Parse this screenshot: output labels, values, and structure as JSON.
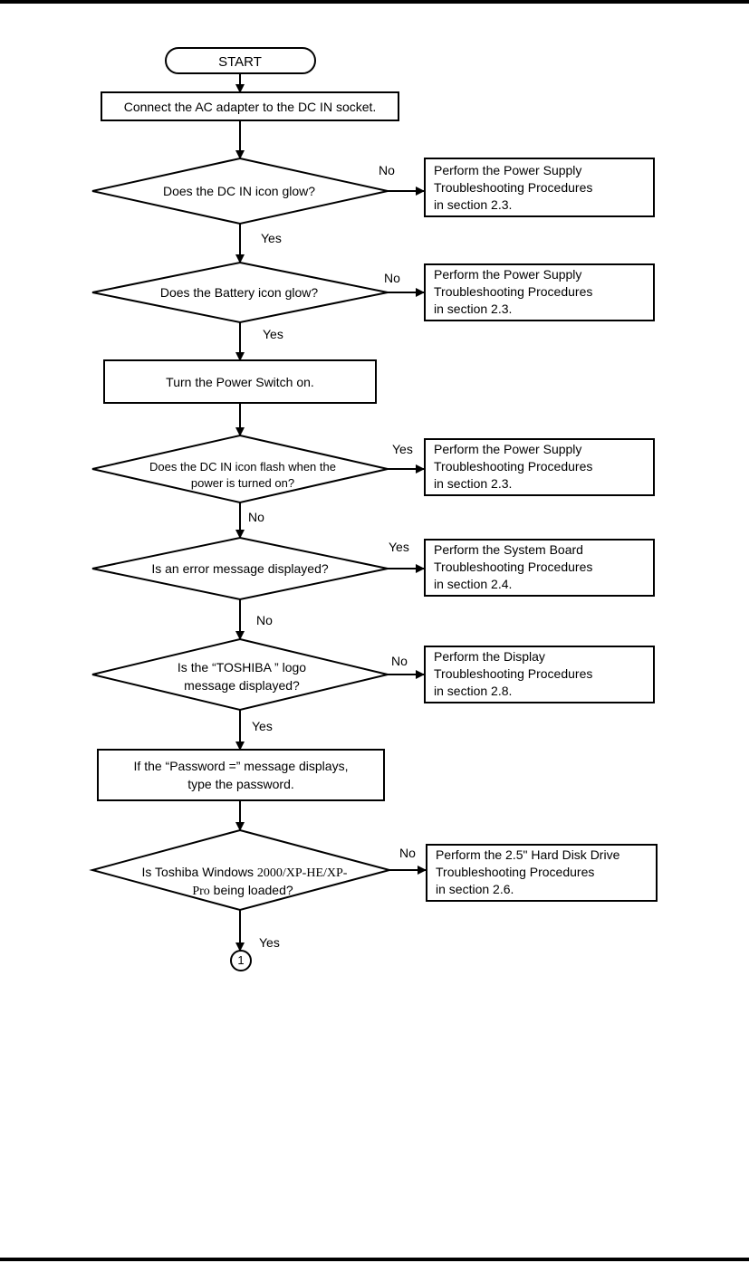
{
  "flowchart": {
    "start": "START",
    "steps": {
      "connect_adapter": "Connect the AC adapter to the DC IN socket.",
      "dc_in_glow": "Does the DC IN icon glow?",
      "battery_glow": "Does the Battery icon glow?",
      "power_switch": "Turn the Power Switch on.",
      "dc_flash_line1": "Does the DC IN icon flash when the",
      "dc_flash_line2": "power is turned on?",
      "error_msg": "Is an error message displayed?",
      "logo_line1_a": "Is the “",
      "logo_line1_b": "TOSHIBA",
      "logo_line1_c": " ” logo",
      "logo_line2": "message displayed?",
      "password_line1": "If the “Password =” message displays,",
      "password_line2": "type the password.",
      "windows_line1_a": "Is Toshiba Windows ",
      "windows_line1_b": "2000/XP-HE/XP-",
      "windows_line2_a": "Pro",
      "windows_line2_b": " being loaded?",
      "connector": "1"
    },
    "outcomes": {
      "dc_in_glow": {
        "branch": "No",
        "line1": "Perform the Power Supply",
        "line2": "Troubleshooting Procedures",
        "line3": "in section 2.3."
      },
      "battery_glow": {
        "branch": "No",
        "line1": "Perform the Power Supply",
        "line2": "Troubleshooting Procedures",
        "line3": "in section 2.3."
      },
      "dc_flash": {
        "branch": "Yes",
        "line1": "Perform the Power Supply",
        "line2": "Troubleshooting Procedures",
        "line3": "in section 2.3."
      },
      "error_msg": {
        "branch": "Yes",
        "line1": "Perform the System Board",
        "line2": "Troubleshooting Procedures",
        "line3": "in section 2.4."
      },
      "logo": {
        "branch": "No",
        "line1": "Perform the Display",
        "line2": "Troubleshooting Procedures",
        "line3": "in section 2.8."
      },
      "windows": {
        "branch": "No",
        "line1": "Perform the 2.5\" Hard Disk Drive",
        "line2": "Troubleshooting Procedures",
        "line3": "in section 2.6."
      }
    },
    "down_labels": {
      "after_dc_in_glow": "Yes",
      "after_battery_glow": "Yes",
      "after_dc_flash": "No",
      "after_error_msg": "No",
      "after_logo": "Yes",
      "after_windows": "Yes"
    }
  }
}
